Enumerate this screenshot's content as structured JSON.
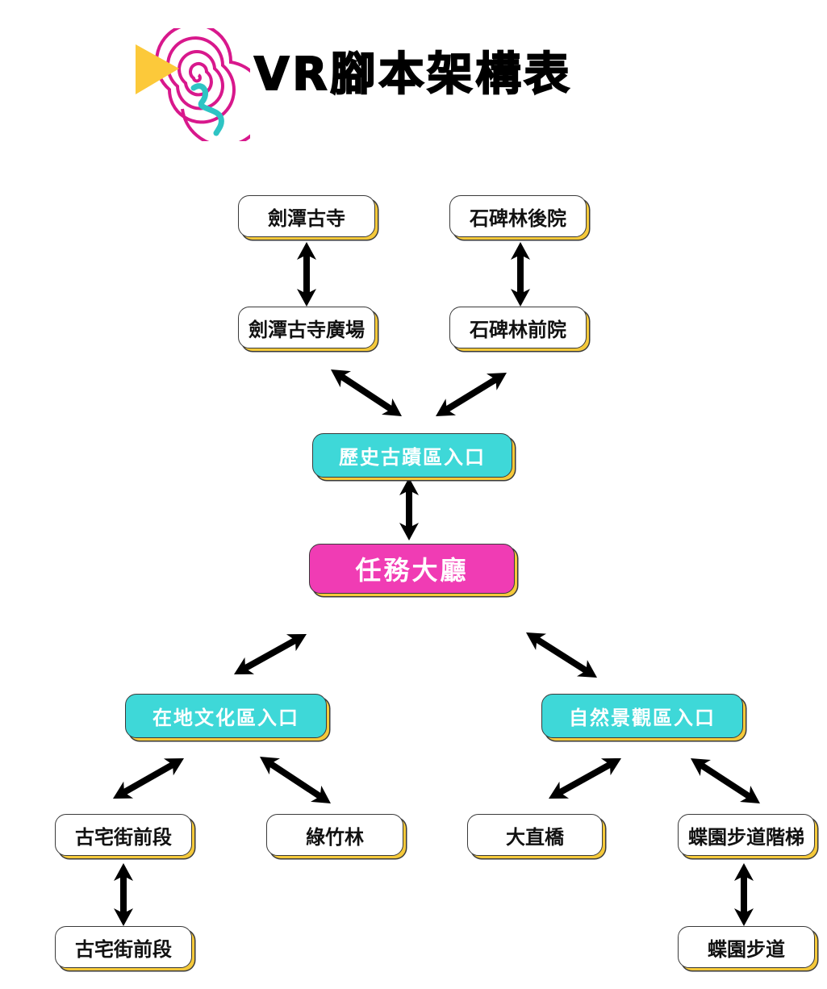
{
  "header": {
    "title": "VR腳本架構表",
    "logo_icon": "spiral-play-logo-icon"
  },
  "colors": {
    "hub": "#f03cb4",
    "zone_entrance": "#3ed8d8",
    "scene": "#ffffff",
    "shadow": "#f5c93a",
    "arrow": "#000000",
    "logo_spiral": "#d8188c",
    "logo_triangle": "#fcc93a",
    "logo_squiggle": "#2ec4c4"
  },
  "nodes": {
    "hub": "任務大廳",
    "history_entrance": "歷史古蹟區入口",
    "culture_entrance": "在地文化區入口",
    "nature_entrance": "自然景觀區入口",
    "jiantan_temple": "劍潭古寺",
    "jiantan_plaza": "劍潭古寺廣場",
    "stele_back": "石碑林後院",
    "stele_front": "石碑林前院",
    "old_street_front": "古宅街前段",
    "old_street_front_2": "古宅街前段",
    "bamboo_forest": "綠竹林",
    "dazhi_bridge": "大直橋",
    "butterfly_stairs": "蝶園步道階梯",
    "butterfly_trail": "蝶園步道"
  },
  "connections": [
    [
      "jiantan_temple",
      "jiantan_plaza"
    ],
    [
      "stele_back",
      "stele_front"
    ],
    [
      "jiantan_plaza",
      "history_entrance"
    ],
    [
      "stele_front",
      "history_entrance"
    ],
    [
      "history_entrance",
      "hub"
    ],
    [
      "hub",
      "culture_entrance"
    ],
    [
      "hub",
      "nature_entrance"
    ],
    [
      "culture_entrance",
      "old_street_front"
    ],
    [
      "culture_entrance",
      "bamboo_forest"
    ],
    [
      "old_street_front",
      "old_street_front_2"
    ],
    [
      "nature_entrance",
      "dazhi_bridge"
    ],
    [
      "nature_entrance",
      "butterfly_stairs"
    ],
    [
      "butterfly_stairs",
      "butterfly_trail"
    ]
  ]
}
